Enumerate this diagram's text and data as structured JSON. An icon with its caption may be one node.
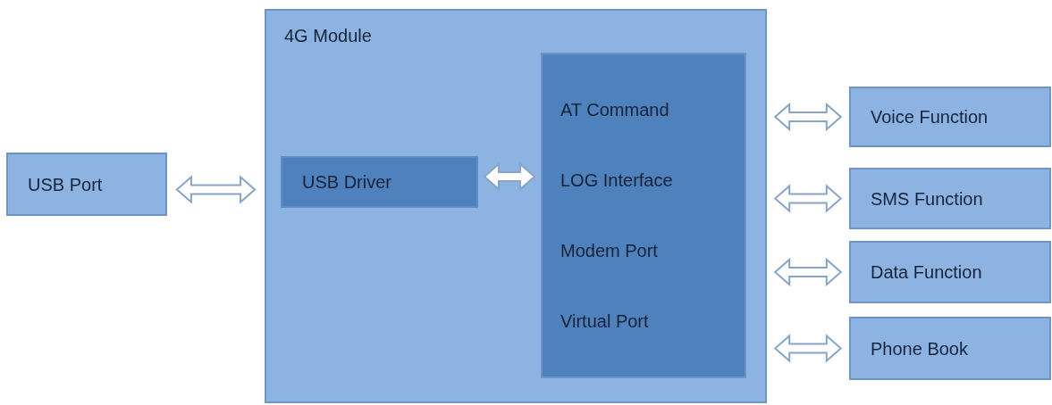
{
  "diagram": {
    "nodes": [
      {
        "text": [
          "USB Port"
        ]
      },
      {
        "text": [
          "4G Module"
        ]
      },
      {
        "text": [
          "USB Driver"
        ],
        "in": 1
      },
      {
        "text": [
          "AT Command",
          "LOG Interface",
          "Modem Port",
          "Virtual Port"
        ],
        "in": 1
      },
      {
        "text": [
          "Voice Function"
        ]
      },
      {
        "text": [
          "SMS Function"
        ]
      },
      {
        "text": [
          "Data Function"
        ]
      },
      {
        "text": [
          "Phone Book"
        ]
      }
    ],
    "edges": [
      {
        "from": 0,
        "to": 1,
        "arrow": "both"
      },
      {
        "from": 2,
        "to": 3,
        "arrow": "both"
      },
      {
        "from": 1,
        "to": 4,
        "arrow": "both"
      },
      {
        "from": 1,
        "to": 5,
        "arrow": "both"
      },
      {
        "from": 1,
        "to": 6,
        "arrow": "both"
      },
      {
        "from": 1,
        "to": 7,
        "arrow": "both"
      }
    ]
  }
}
